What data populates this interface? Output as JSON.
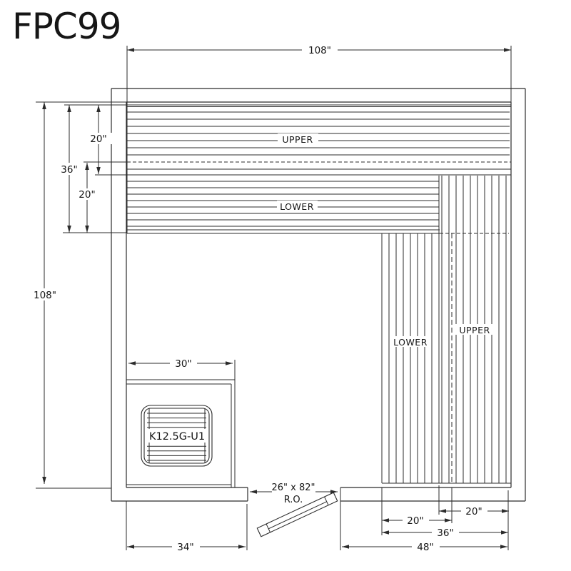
{
  "title": "FPC99",
  "dims": {
    "top_width": "108\"",
    "left_height": "108\"",
    "left_bench_total_depth": "36\"",
    "left_upper_bench_depth": "20\"",
    "left_lower_bench_depth": "20\"",
    "heater_platform_width": "30\"",
    "door_opening": "26\" x 82\"",
    "door_opening_note": "R.O.",
    "right_upper_bench_width": "20\"",
    "right_lower_bench_width": "20\"",
    "right_bench_total_width": "36\"",
    "bottom_right_wall": "48\"",
    "bottom_left_wall": "34\""
  },
  "labels": {
    "top_upper_bench": "UPPER",
    "top_lower_bench": "LOWER",
    "right_lower_bench": "LOWER",
    "right_upper_bench": "UPPER",
    "heater_model": "K12.5G-U1"
  },
  "colors": {
    "line": "#2b2b2b",
    "background": "#ffffff"
  }
}
